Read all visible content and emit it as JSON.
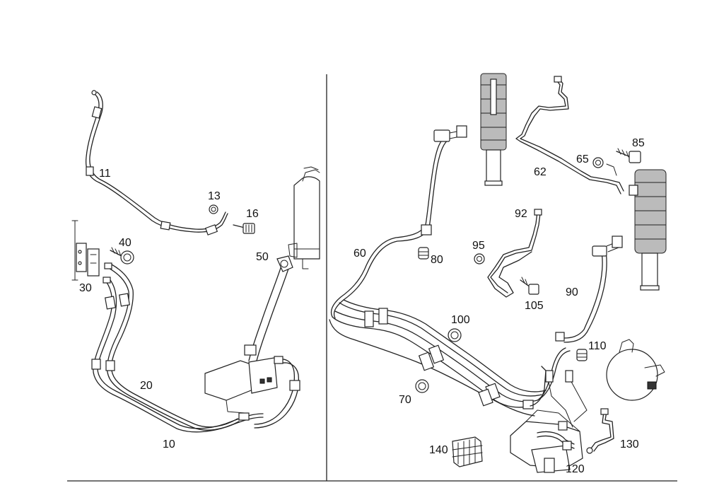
{
  "diagram": {
    "left_panel_labels": [
      "11",
      "13",
      "16",
      "40",
      "30",
      "50",
      "20",
      "10"
    ],
    "right_panel_labels": [
      "85",
      "65",
      "62",
      "92",
      "95",
      "60",
      "80",
      "90",
      "105",
      "100",
      "110",
      "70",
      "130",
      "140",
      "120"
    ]
  }
}
